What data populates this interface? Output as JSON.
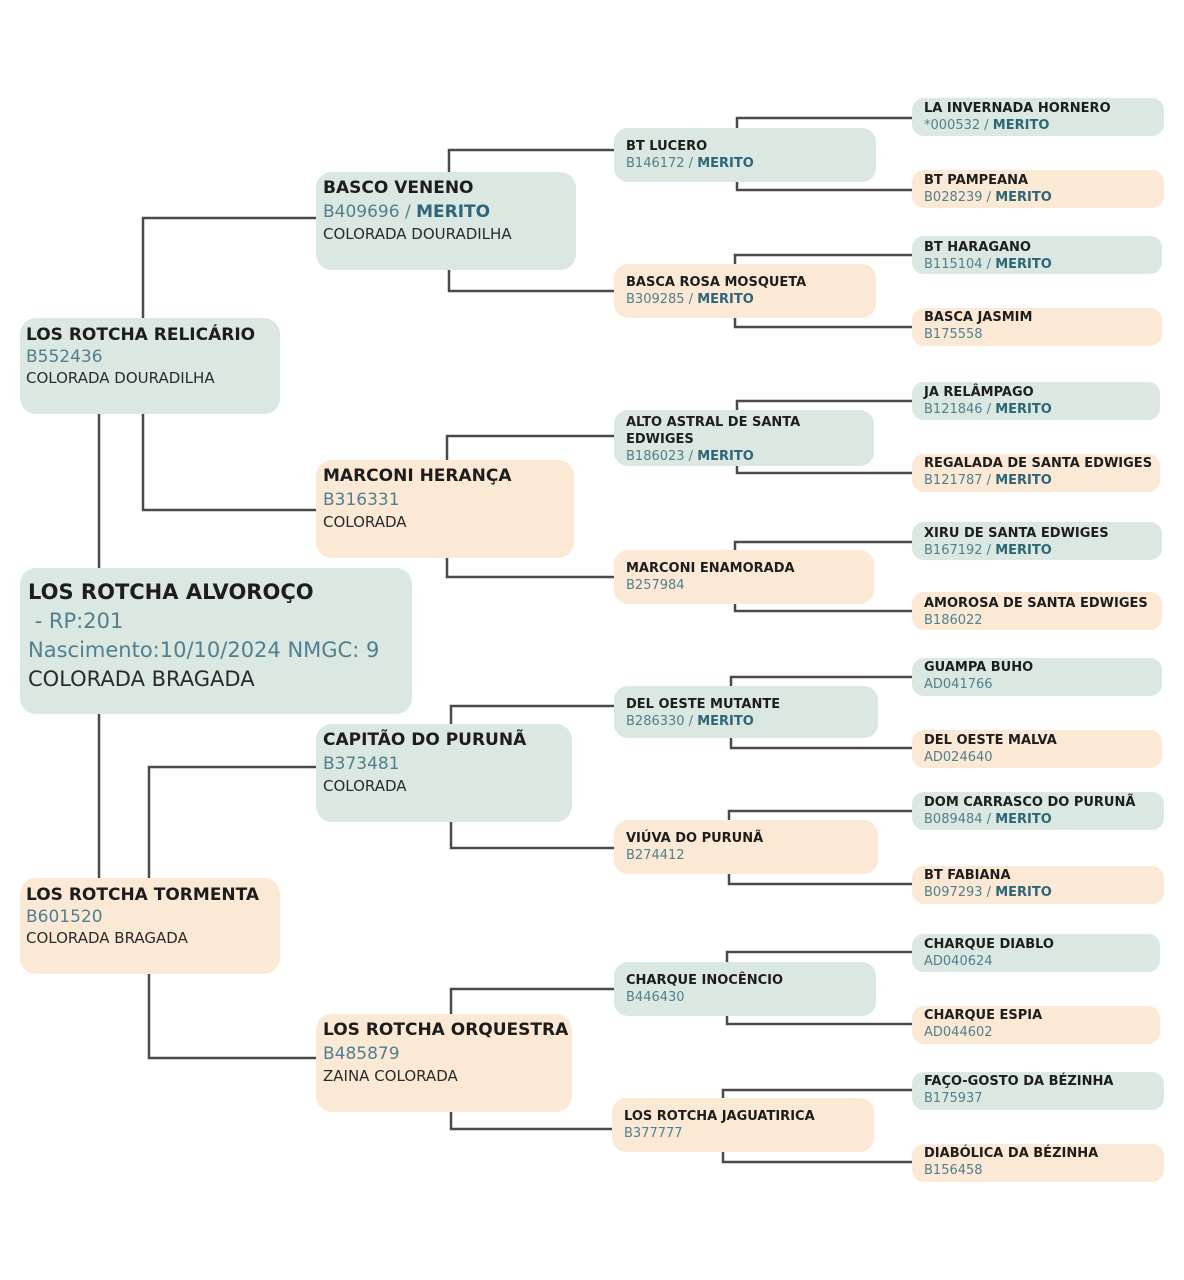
{
  "pedigree": {
    "subject": {
      "name": "LOS ROTCHA ALVOROÇO",
      "rp": " - RP:201",
      "birth": "Nascimento:10/10/2024 NMGC: 9",
      "coat": "COLORADA BRAGADA"
    },
    "sire": {
      "name": "LOS ROTCHA RELICÁRIO",
      "reg": "B552436",
      "coat": "COLORADA DOURADILHA"
    },
    "dam": {
      "name": "LOS ROTCHA TORMENTA",
      "reg": "B601520",
      "coat": "COLORADA BRAGADA"
    },
    "grandparents": [
      {
        "name": "BASCO VENENO",
        "reg": "B409696",
        "merit": "MERITO",
        "coat": "COLORADA DOURADILHA"
      },
      {
        "name": "MARCONI HERANÇA",
        "reg": "B316331",
        "coat": "COLORADA"
      },
      {
        "name": "CAPITÃO DO PURUNÃ",
        "reg": "B373481",
        "coat": "COLORADA"
      },
      {
        "name": "LOS ROTCHA ORQUESTRA",
        "reg": "B485879",
        "coat": "ZAINA COLORADA"
      }
    ],
    "great_grandparents": [
      {
        "name": "BT LUCERO",
        "reg": "B146172",
        "merit": "MERITO"
      },
      {
        "name": "BASCA ROSA MOSQUETA",
        "reg": "B309285",
        "merit": "MERITO"
      },
      {
        "name": "ALTO ASTRAL DE SANTA",
        "name2": "EDWIGES",
        "reg": "B186023",
        "merit": "MERITO"
      },
      {
        "name": "MARCONI ENAMORADA",
        "reg": "B257984"
      },
      {
        "name": "DEL OESTE MUTANTE",
        "reg": "B286330",
        "merit": "MERITO"
      },
      {
        "name": "VIÚVA DO PURUNÃ",
        "reg": "B274412"
      },
      {
        "name": "CHARQUE INOCÊNCIO",
        "reg": "B446430"
      },
      {
        "name": "LOS ROTCHA JAGUATIRICA",
        "reg": "B377777"
      }
    ],
    "great_great_grandparents": [
      {
        "name": "LA INVERNADA HORNERO",
        "reg": "*000532",
        "merit": "MERITO"
      },
      {
        "name": "BT PAMPEANA",
        "reg": "B028239",
        "merit": "MERITO"
      },
      {
        "name": "BT HARAGANO",
        "reg": "B115104",
        "merit": "MERITO"
      },
      {
        "name": "BASCA JASMIM",
        "reg": "B175558"
      },
      {
        "name": "JA RELÂMPAGO",
        "reg": "B121846",
        "merit": "MERITO"
      },
      {
        "name": "REGALADA DE SANTA EDWIGES",
        "reg": "B121787",
        "merit": "MERITO"
      },
      {
        "name": "XIRU DE SANTA EDWIGES",
        "reg": "B167192",
        "merit": "MERITO"
      },
      {
        "name": "AMOROSA DE SANTA EDWIGES",
        "reg": "B186022"
      },
      {
        "name": "GUAMPA BUHO",
        "reg": "AD041766"
      },
      {
        "name": "DEL OESTE MALVA",
        "reg": "AD024640"
      },
      {
        "name": "DOM CARRASCO DO PURUNÃ",
        "reg": "B089484",
        "merit": "MERITO"
      },
      {
        "name": "BT FABIANA",
        "reg": "B097293",
        "merit": "MERITO"
      },
      {
        "name": "CHARQUE DIABLO",
        "reg": "AD040624"
      },
      {
        "name": "CHARQUE ESPIA",
        "reg": "AD044602"
      },
      {
        "name": "FAÇO-GOSTO DA BÉZINHA",
        "reg": "B175937"
      },
      {
        "name": "DIABÓLICA DA BÉZINHA",
        "reg": "B156458"
      }
    ],
    "separator": " / "
  }
}
